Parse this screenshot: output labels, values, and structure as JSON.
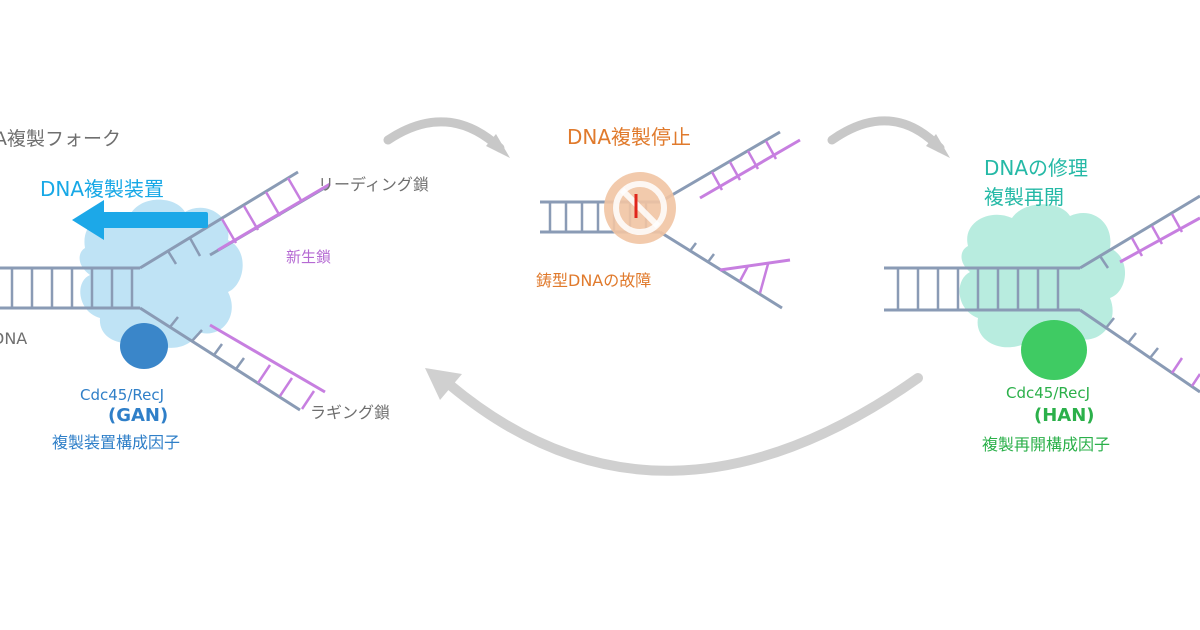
{
  "left_panel": {
    "title": "A複製フォーク",
    "machine": "DNA複製装置",
    "leading": "リーディング鎖",
    "nascent": "新生鎖",
    "dna": "DNA",
    "lagging": "ラギング鎖",
    "protein": "Cdc45/RecJ",
    "protein_short": "(GAN)",
    "protein_role": "複製装置構成因子"
  },
  "middle_panel": {
    "title": "DNA複製停止",
    "damage": "鋳型DNAの故障"
  },
  "right_panel": {
    "title_line1": "DNAの修理",
    "title_line2": "複製再開",
    "protein": "Cdc45/RecJ",
    "protein_short": "(HAN)",
    "protein_role": "複製再開構成因子"
  },
  "colors": {
    "backbone": "#8a9bb5",
    "nascent_strand": "#c77fe0",
    "replisome_left": "#bfe3f5",
    "gan_protein": "#3a86c9",
    "stall_marker": "#f1c4a3",
    "damage_mark": "#e0261c",
    "replisome_right": "#b8ecdf",
    "han_protein": "#3fcb63",
    "cycle_arrows": "#c8c8c8",
    "direction_arrow": "#1ca8e8"
  }
}
